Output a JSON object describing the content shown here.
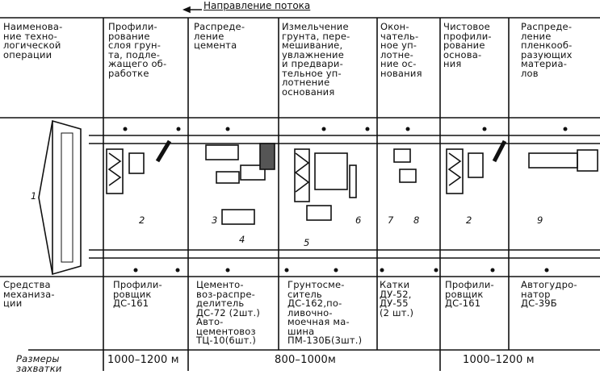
{
  "flow_direction": "Направление потока",
  "row_labels": {
    "operation": "Наименова-\nние техно-\nлогической\nоперации",
    "machinery": "Средства\nмеханиза-\nции",
    "grip_size": "Размеры\nзахватки"
  },
  "operations": [
    "Профили-\nрование\nслоя грун-\nта, подле-\nжащего об-\nработке",
    "Распреде-\nление\nцемента",
    "Измельчение\nгрунта, пере-\nмешивание,\nувлажнение\nи предвари-\nтельное уп-\nлотнение\nоснования",
    "Окон-\nчатель-\nное уп-\nлотне-\nние ос-\nнования",
    "Чистовое\nпрофили-\nрование\nоснова-\nния",
    "Распреде-\nление\nпленкооб-\nразующих\nматериа-\nлов"
  ],
  "machinery": [
    "Профили-\nровщик\nДС-161",
    "Цементо-\nвоз-распре-\nделитель\nДС-72 (2шт.)\nАвто-\nцементовоз\nТЦ-10(6шт.)",
    "Грунтосме-\nситель\nДС-162,по-\nливочно-\nмоечная ма-\nшина\nПМ-130Б(3шт.)",
    "Катки\nДУ-52,\nДУ-55\n(2 шт.)",
    "Профили-\nровщик\nДС-161",
    "Автогудро-\nнатор\nДС-39Б"
  ],
  "grip_sizes": [
    "1000–1200 м",
    "800–1000м",
    "1000–1200 м"
  ],
  "callouts": [
    "1",
    "2",
    "3",
    "4",
    "5",
    "6",
    "7",
    "8",
    "2",
    "9"
  ]
}
